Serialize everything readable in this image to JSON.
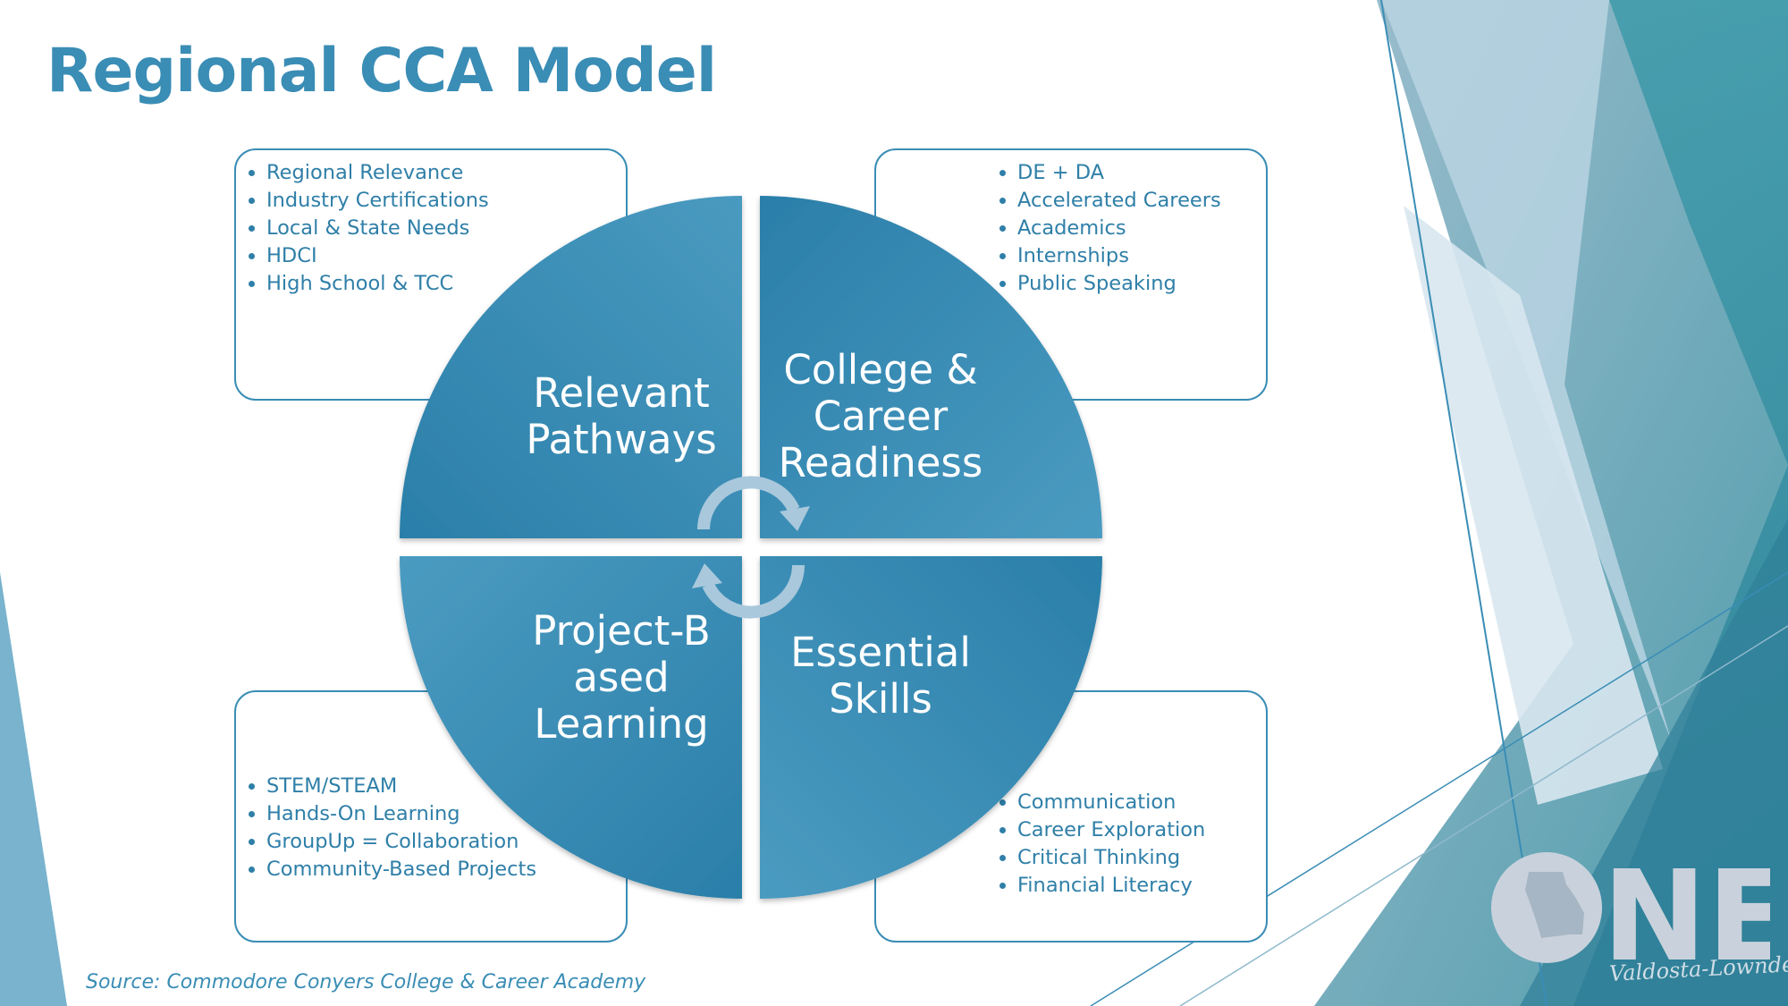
{
  "title": "Regional CCA Model",
  "colors": {
    "accent": "#3a8db5",
    "quadrant_fill": "#3386b0",
    "arrow": "#a9c8dc",
    "logo": "#c9d2dc"
  },
  "quadrants": {
    "top_left": {
      "label": "Relevant Pathways"
    },
    "top_right": {
      "label": "College & Career Readiness"
    },
    "bottom_left": {
      "label": "Project-B ased Learning"
    },
    "bottom_right": {
      "label": "Essential Skills"
    }
  },
  "boxes": {
    "top_left": [
      "Regional Relevance",
      "Industry Certifications",
      "Local & State Needs",
      "HDCI",
      "High School & TCC"
    ],
    "top_right": [
      "DE + DA",
      "Accelerated Careers",
      "Academics",
      "Internships",
      "Public Speaking"
    ],
    "bottom_left": [
      "STEM/STEAM",
      "Hands-On Learning",
      "GroupUp = Collaboration",
      "Community-Based Projects"
    ],
    "bottom_right": [
      "Communication",
      "Career Exploration",
      "Critical Thinking",
      "Financial Literacy"
    ]
  },
  "source": "Source: Commodore Conyers College & Career Academy",
  "logo": {
    "text": "ONE",
    "subtext": "Valdosta-Lowndes",
    "icon": "georgia-state-map-icon"
  }
}
